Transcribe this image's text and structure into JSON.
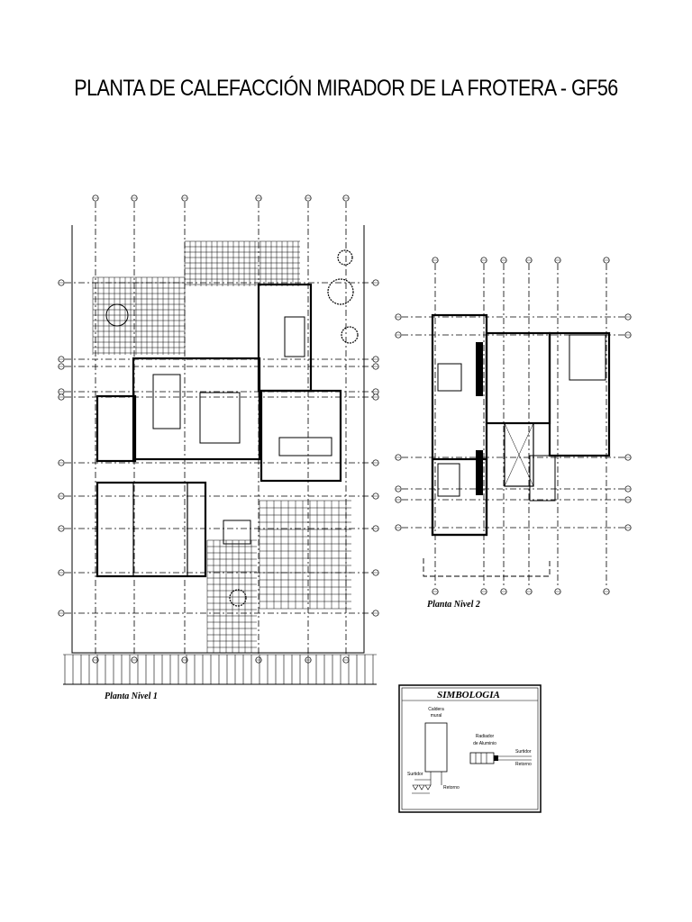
{
  "title": "PLANTA DE CALEFACCIÓN MIRADOR DE LA FROTERA - GF56",
  "plans": {
    "level1_caption": "Planta Nivel 1",
    "level2_caption": "Planta Nivel 2"
  },
  "legend": {
    "heading": "SIMBOLOGIA",
    "boiler_label_1": "Caldera",
    "boiler_label_2": "mural",
    "radiator_label_1": "Radiador",
    "radiator_label_2": "de Aluminio",
    "supply_label": "Surtidor",
    "return_label": "Retorno",
    "boiler_supply_label": "Surtidor",
    "boiler_return_label": "Retorno"
  },
  "colors": {
    "line": "#000000",
    "background": "#ffffff"
  }
}
